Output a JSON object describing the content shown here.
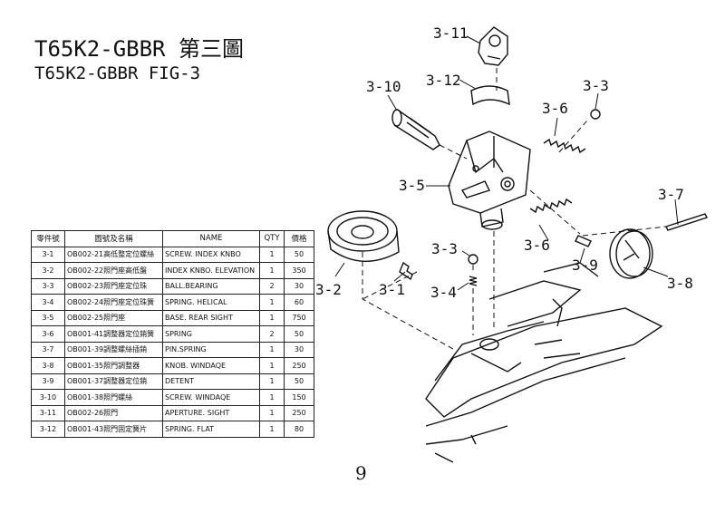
{
  "header": {
    "title": "T65K2-GBBR 第三圖",
    "subtitle": "T65K2-GBBR FIG-3"
  },
  "parts_table": {
    "headers": [
      "零件號",
      "圖號及名稱",
      "NAME",
      "QTY",
      "價格"
    ],
    "rows": [
      [
        "3-1",
        "OB002-21高低整定位螺絲",
        "SCREW. INDEX KNBO",
        "1",
        "50"
      ],
      [
        "3-2",
        "OB002-22照門座高低盤",
        "INDEX KNBO. ELEVATION",
        "1",
        "350"
      ],
      [
        "3-3",
        "OB002-23照門座定位珠",
        "BALL.BEARING",
        "2",
        "30"
      ],
      [
        "3-4",
        "OB002-24照門座定位珠簧",
        "SPRING. HELICAL",
        "1",
        "60"
      ],
      [
        "3-5",
        "OB002-25照門座",
        "BASE. REAR SIGHT",
        "1",
        "750"
      ],
      [
        "3-6",
        "OB001-41調整器定位銷簧",
        "SPRING",
        "2",
        "50"
      ],
      [
        "3-7",
        "OB001-39調整螺絲插銷",
        "PIN.SPRING",
        "1",
        "30"
      ],
      [
        "3-8",
        "OB001-35照門調整器",
        "KNOB. WINDAQE",
        "1",
        "250"
      ],
      [
        "3-9",
        "OB001-37調整器定位銷",
        "DETENT",
        "1",
        "50"
      ],
      [
        "3-10",
        "OB001-38照門螺絲",
        "SCREW. WINDAQE",
        "1",
        "150"
      ],
      [
        "3-11",
        "OB002-26照門",
        "APERTURE. SIGHT",
        "1",
        "250"
      ],
      [
        "3-12",
        "OB001-43照門固定簧片",
        "SPRING. FLAT",
        "1",
        "80"
      ]
    ]
  },
  "diagram": {
    "labels": {
      "p3_11": "3-11",
      "p3_12": "3-12",
      "p3_10": "3-10",
      "p3_3a": "3-3",
      "p3_6a": "3-6",
      "p3_5": "3-5",
      "p3_7": "3-7",
      "p3_3b": "3-3",
      "p3_6b": "3-6",
      "p3_9": "3-9",
      "p3_8": "3-8",
      "p3_2": "3-2",
      "p3_1": "3-1",
      "p3_4": "3-4"
    }
  },
  "footer": {
    "page_number": "9"
  }
}
